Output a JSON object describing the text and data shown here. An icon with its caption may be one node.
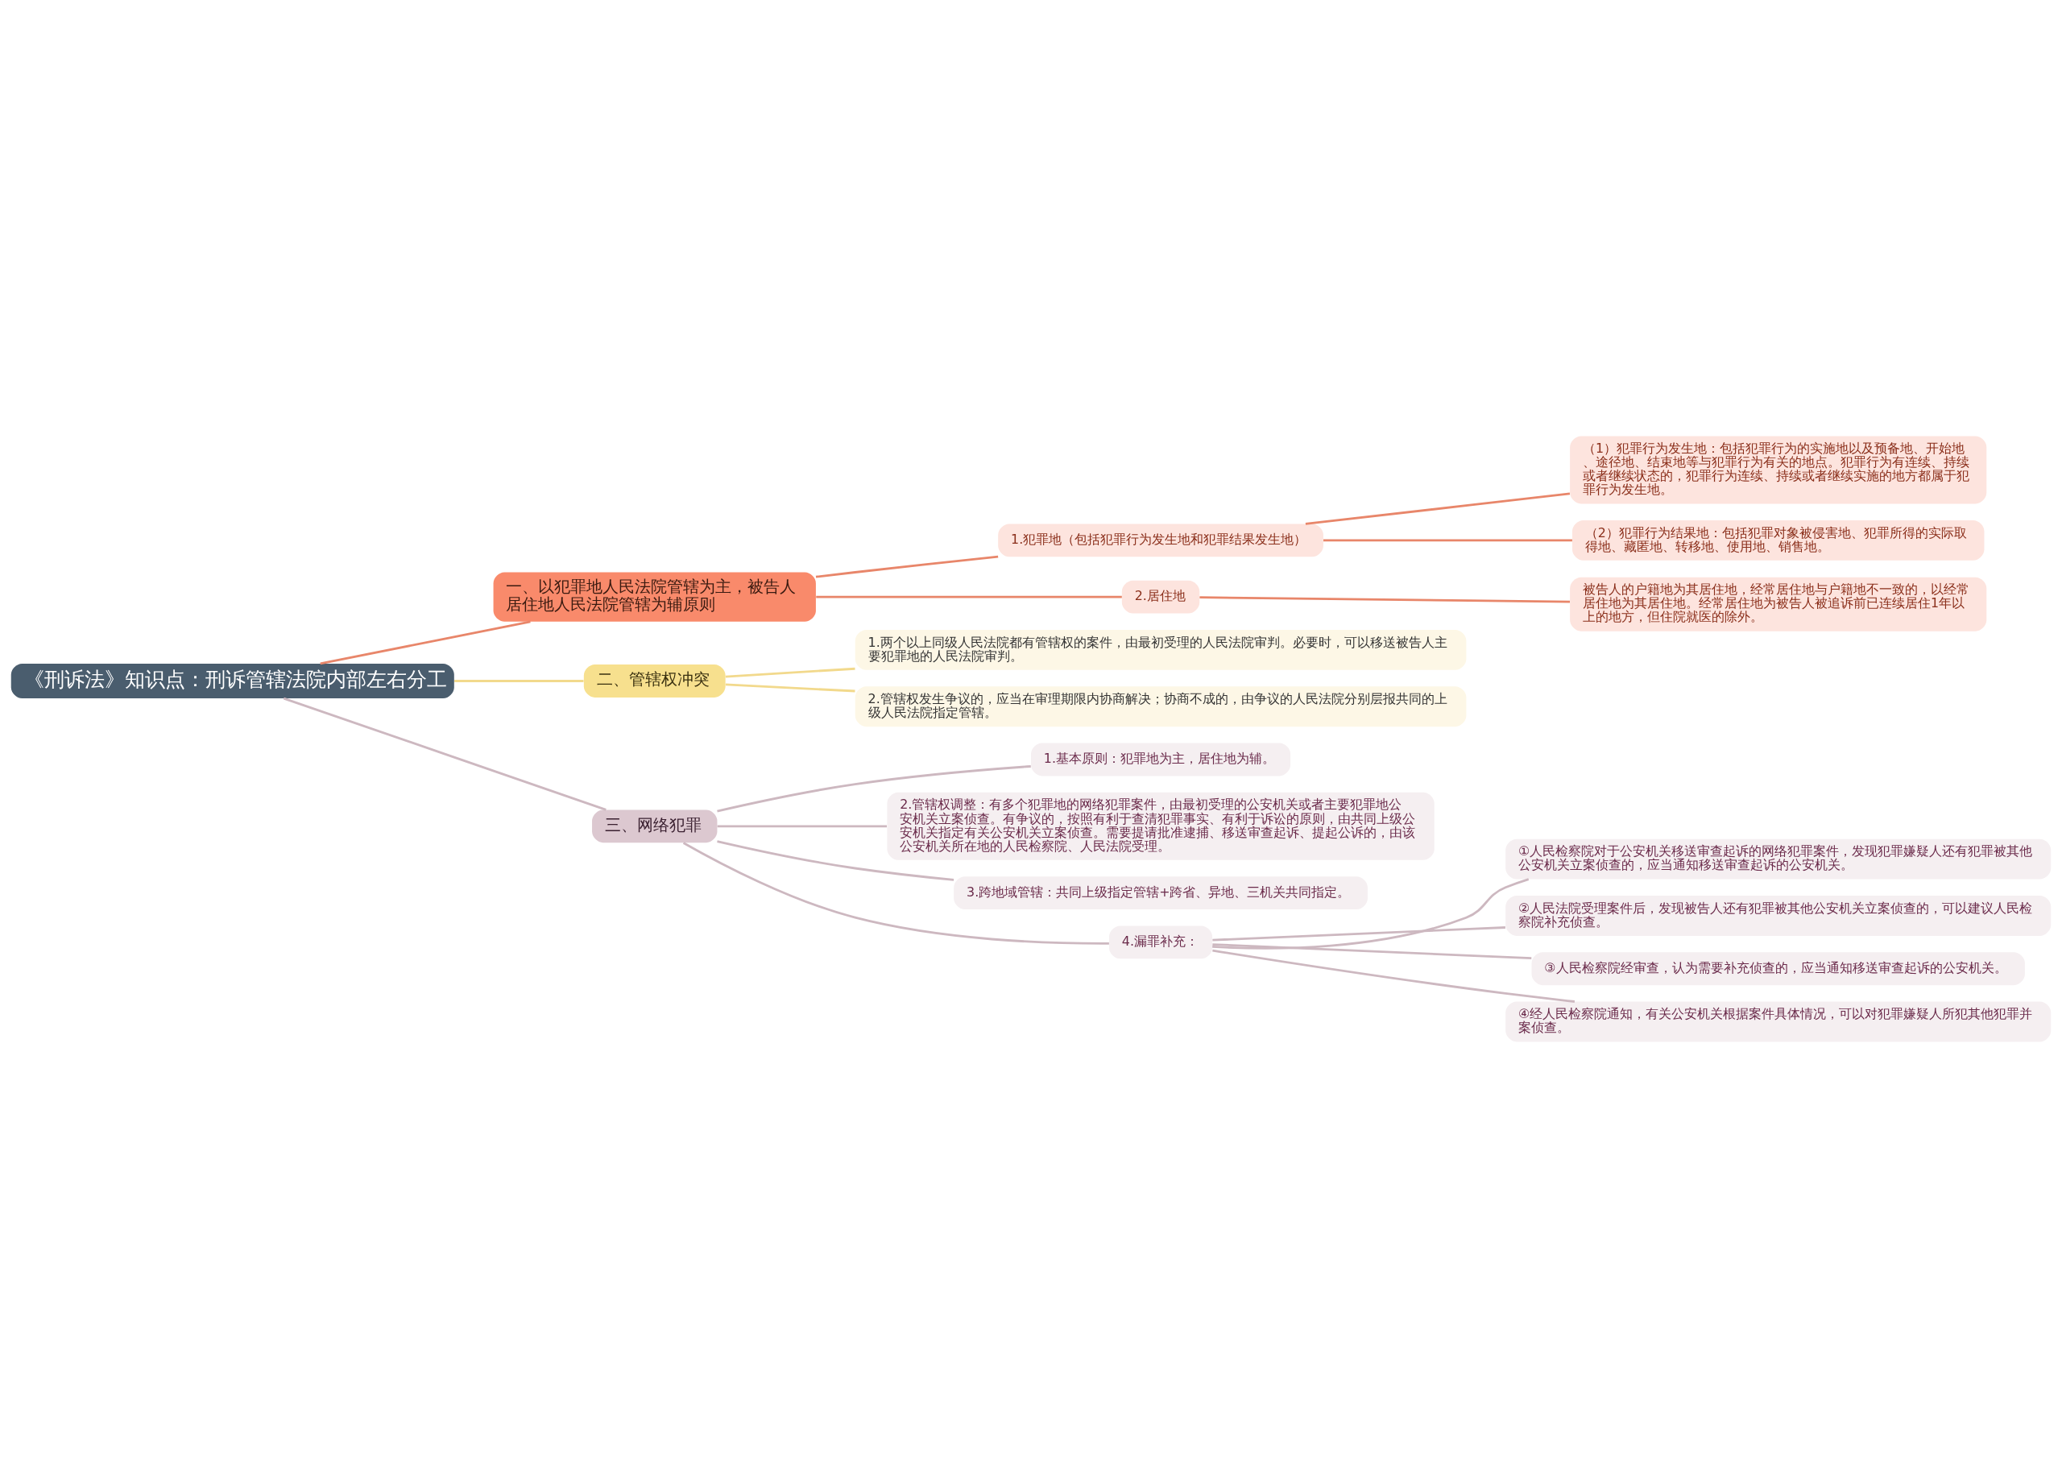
{
  "diagram": {
    "nodes": [
      {
        "text": [
          "《刑诉法》知识点：刑诉管辖法院内部左右分工"
        ]
      },
      {
        "text": [
          "一、以犯罪地人民法院管辖为主，被告人居住地人民法院管辖为辅原则"
        ]
      },
      {
        "text": [
          "1.犯罪地（包括犯罪行为发生地和犯罪结果发生地）"
        ]
      },
      {
        "text": [
          "（1）犯罪行为发生地：包括犯罪行为的实施地以及预备地、开始地、途径地、结束地等与犯罪行为有关的地点。犯罪行为有连续、持续或者继续状态的，犯罪行为连续、持续或者继续实施的地方都属于犯罪行为发生地。"
        ]
      },
      {
        "text": [
          "（2）犯罪行为结果地：包括犯罪对象被侵害地、犯罪所得的实际取得地、藏匿地、转移地、使用地、销售地。"
        ]
      },
      {
        "text": [
          "2.居住地"
        ]
      },
      {
        "text": [
          "被告人的户籍地为其居住地，经常居住地与户籍地不一致的，以经常居住地为其居住地。经常居住地为被告人被追诉前已连续居住1年以上的地方，但住院就医的除外。"
        ]
      },
      {
        "text": [
          "二、管辖权冲突"
        ]
      },
      {
        "text": [
          "1.两个以上同级人民法院都有管辖权的案件，由最初受理的人民法院审判。必要时，可以移送被告人主要犯罪地的人民法院审判。"
        ]
      },
      {
        "text": [
          "2.管辖权发生争议的，应当在审理期限内协商解决；协商不成的，由争议的人民法院分别层报共同的上级人民法院指定管辖。"
        ]
      },
      {
        "text": [
          "三、网络犯罪"
        ]
      },
      {
        "text": [
          "1.基本原则：犯罪地为主，居住地为辅。"
        ]
      },
      {
        "text": [
          "2.管辖权调整：有多个犯罪地的网络犯罪案件，由最初受理的公安机关或者主要犯罪地公安机关立案侦查。有争议的，按照有利于查清犯罪事实、有利于诉讼的原则，由共同上级公安机关指定有关公安机关立案侦查。需要提请批准逮捕、移送审查起诉、提起公诉的，由该公安机关所在地的人民检察院、人民法院受理。"
        ]
      },
      {
        "text": [
          "3.跨地域管辖：共同上级指定管辖+跨省、异地、三机关共同指定。"
        ]
      },
      {
        "text": [
          "4.漏罪补充："
        ]
      },
      {
        "text": [
          "①人民检察院对于公安机关移送审查起诉的网络犯罪案件，发现犯罪嫌疑人还有犯罪被其他公安机关立案侦查的，应当通知移送审查起诉的公安机关。"
        ]
      },
      {
        "text": [
          "②人民法院受理案件后，发现被告人还有犯罪被其他公安机关立案侦查的，可以建议人民检察院补充侦查。"
        ]
      },
      {
        "text": [
          "③人民检察院经审查，认为需要补充侦查的，应当通知移送审查起诉的公安机关。"
        ]
      },
      {
        "text": [
          "④经人民检察院通知，有关公安机关根据案件具体情况，可以对犯罪嫌疑人所犯其他犯罪并案侦查。"
        ]
      }
    ],
    "edges": [
      {
        "from": 0,
        "to": 1,
        "arrow": "none",
        "color": "#e8866a"
      },
      {
        "from": 1,
        "to": 2,
        "arrow": "none",
        "color": "#e8866a"
      },
      {
        "from": 2,
        "to": 3,
        "arrow": "none",
        "color": "#e8866a"
      },
      {
        "from": 2,
        "to": 4,
        "arrow": "none",
        "color": "#e8866a"
      },
      {
        "from": 1,
        "to": 5,
        "arrow": "none",
        "color": "#e8866a"
      },
      {
        "from": 5,
        "to": 6,
        "arrow": "none",
        "color": "#e8866a"
      },
      {
        "from": 0,
        "to": 7,
        "arrow": "none",
        "color": "#f2d98c"
      },
      {
        "from": 7,
        "to": 8,
        "arrow": "none",
        "color": "#f2d98c"
      },
      {
        "from": 7,
        "to": 9,
        "arrow": "none",
        "color": "#f2d98c"
      },
      {
        "from": 0,
        "to": 10,
        "arrow": "none"
      },
      {
        "from": 10,
        "to": 11,
        "arrow": "none"
      },
      {
        "from": 10,
        "to": 12,
        "arrow": "none"
      },
      {
        "from": 10,
        "to": 13,
        "arrow": "none"
      },
      {
        "from": 10,
        "to": 14,
        "arrow": "none"
      },
      {
        "from": 14,
        "to": 15,
        "arrow": "none"
      },
      {
        "from": 14,
        "to": 16,
        "arrow": "none"
      },
      {
        "from": 14,
        "to": 17,
        "arrow": "none"
      },
      {
        "from": 14,
        "to": 18,
        "arrow": "none"
      }
    ]
  }
}
